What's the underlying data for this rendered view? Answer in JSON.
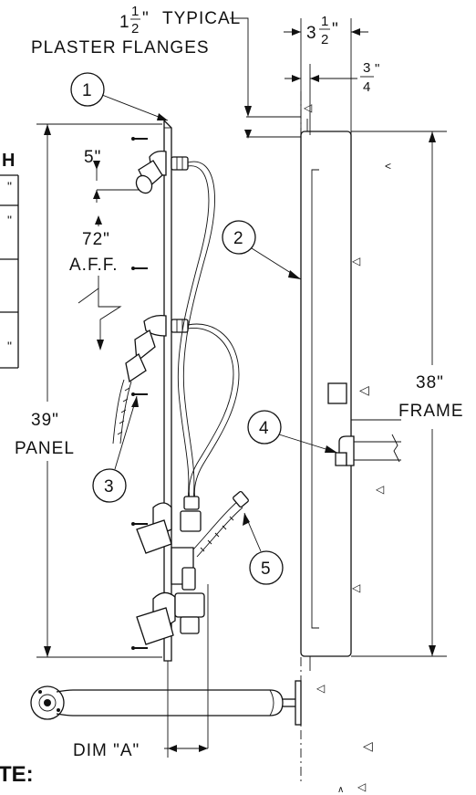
{
  "labels": {
    "flange_whole": "1",
    "flange_num": "1",
    "flange_den": "2",
    "flange_unit": "\"",
    "flange_line1": "TYPICAL",
    "flange_line2": "PLASTER FLANGES",
    "depth_whole": "3",
    "depth_num": "1",
    "depth_den": "2",
    "depth_unit": "\"",
    "offset_num": "3",
    "offset_den": "4",
    "offset_unit": "\"",
    "dim_5": "5\"",
    "dim_72": "72\"",
    "aff": "A.F.F.",
    "dim_39": "39\"",
    "panel": "PANEL",
    "dim_38": "38\"",
    "frame": "FRAME",
    "dim_a": "DIM \"A\"",
    "note": "TE:",
    "left_table_h": "H",
    "left_table_r1": "\"",
    "left_table_r2": "\"",
    "left_table_r3": "\""
  },
  "callouts": [
    "1",
    "2",
    "3",
    "4",
    "5"
  ]
}
